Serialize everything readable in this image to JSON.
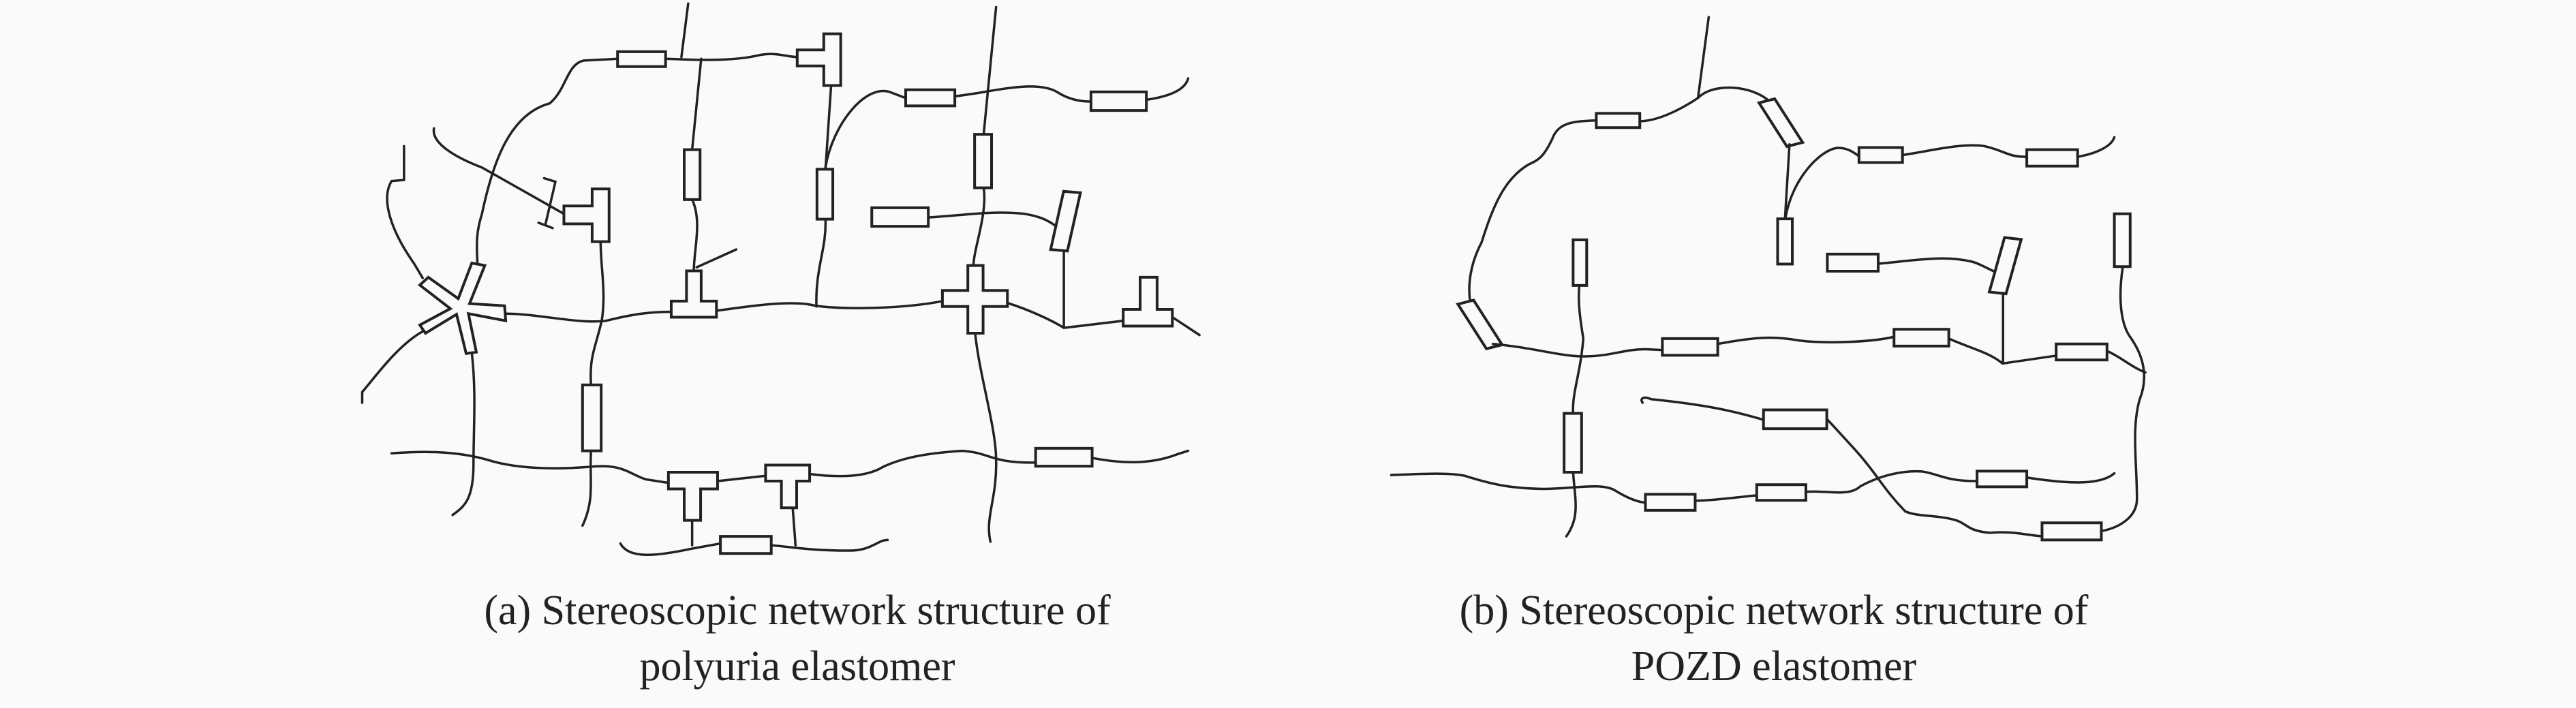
{
  "panels": [
    {
      "caption_line1": "(a) Stereoscopic network structure of",
      "caption_line2": "polyuria elastomer"
    },
    {
      "caption_line1": "(b) Stereoscopic network structure of",
      "caption_line2": "POZD elastomer"
    }
  ],
  "colors": {
    "background": "#fafafa",
    "stroke": "#222222"
  }
}
